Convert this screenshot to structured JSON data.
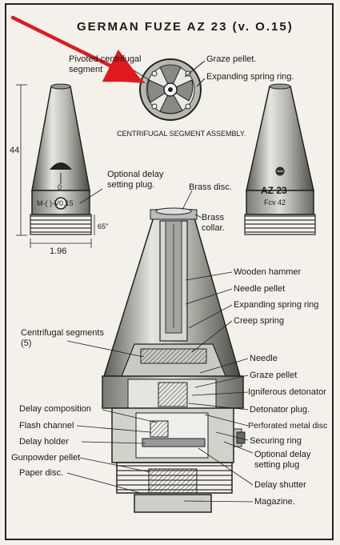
{
  "title": "GERMAN  FUZE  AZ 23 (v. O.15)",
  "top": {
    "pivoted_label": "Pivoted centrifugal segment",
    "graze_pellet": "Graze pellet.",
    "expanding_spring_ring": "Expanding spring ring.",
    "assembly_caption": "CENTRIFUGAL SEGMENT ASSEMBLY."
  },
  "left_fuze": {
    "height_dim": "44",
    "zero_mark": "0",
    "setting": "M-(  )-V0.15",
    "thread_dim": "65\"",
    "width_dim": "1.96"
  },
  "optional_delay_plug": "Optional delay setting plug.",
  "right_fuze": {
    "marking_main": "AZ 23",
    "marking_sub": "Fcv  42"
  },
  "cutaway_labels": {
    "brass_disc": "Brass disc.",
    "brass_collar": "Brass collar.",
    "wooden_hammer": "Wooden hammer",
    "needle_pellet": "Needle pellet",
    "expanding_spring_ring": "Expanding spring ring",
    "creep_spring": "Creep spring",
    "centrifugal_segments": "Centrifugal segments (5)",
    "needle": "Needle",
    "graze_pellet": "Graze pellet",
    "igniferous_detonator": "Igniferous detonator",
    "detonator_plug": "Detonator plug.",
    "perforated_metal_disc": "Perforated metal disc",
    "securing_ring": "Securing ring",
    "optional_delay_setting_plug": "Optional delay setting plug",
    "delay_shutter": "Delay shutter",
    "magazine": "Magazine.",
    "delay_composition": "Delay composition",
    "flash_channel": "Flash channel",
    "delay_holder": "Delay holder",
    "gunpowder_pellet": "Gunpowder pellet",
    "paper_disc": "Paper disc."
  },
  "colors": {
    "annotation_arrow": "#e0191e",
    "metal_light": "#cfcfc9",
    "metal_dark": "#6e6e6a",
    "ink": "#1a1a1a"
  }
}
